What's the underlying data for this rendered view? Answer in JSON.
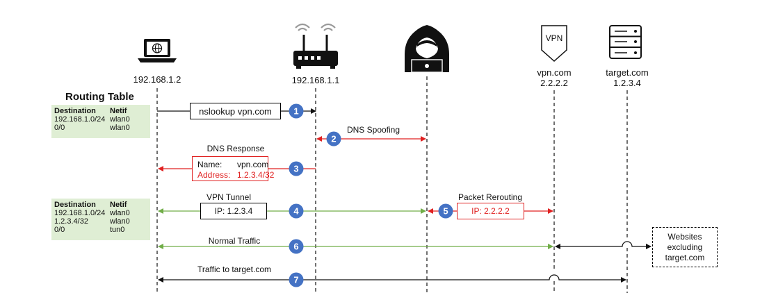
{
  "nodes": {
    "laptop": {
      "ip": "192.168.1.2"
    },
    "router": {
      "ip": "192.168.1.1"
    },
    "attacker": {},
    "vpn": {
      "icon_text": "VPN",
      "name": "vpn.com",
      "ip": "2.2.2.2"
    },
    "target": {
      "name": "target.com",
      "ip": "1.2.3.4"
    }
  },
  "routing_table_title": "Routing Table",
  "routing_table_before": {
    "headers": [
      "Destination",
      "Netif"
    ],
    "rows": [
      [
        "192.168.1.0/24",
        "wlan0"
      ],
      [
        "0/0",
        "wlan0"
      ]
    ]
  },
  "routing_table_after": {
    "headers": [
      "Destination",
      "Netif"
    ],
    "rows": [
      [
        "192.168.1.0/24",
        "wlan0"
      ],
      [
        "1.2.3.4/32",
        "wlan0"
      ],
      [
        "0/0",
        "tun0"
      ]
    ]
  },
  "steps": {
    "s1": {
      "num": "1",
      "box": "nslookup vpn.com"
    },
    "s2": {
      "num": "2",
      "label": "DNS Spoofing"
    },
    "s3": {
      "num": "3",
      "label": "DNS Response",
      "name_key": "Name:",
      "name_val": "vpn.com",
      "addr_key": "Address:",
      "addr_val": "1.2.3.4/32"
    },
    "s4": {
      "num": "4",
      "label": "VPN Tunnel",
      "box": "IP: 1.2.3.4"
    },
    "s5": {
      "num": "5",
      "label": "Packet Rerouting",
      "box": "IP: 2.2.2.2"
    },
    "s6": {
      "num": "6",
      "label": "Normal Traffic"
    },
    "s7": {
      "num": "7",
      "label": "Traffic to target.com"
    }
  },
  "websites_box": [
    "Websites",
    "excluding",
    "target.com"
  ],
  "colors": {
    "green": "#70ad47",
    "red": "#e02020",
    "badge": "#4472c4",
    "table_bg": "#dfeed4"
  }
}
